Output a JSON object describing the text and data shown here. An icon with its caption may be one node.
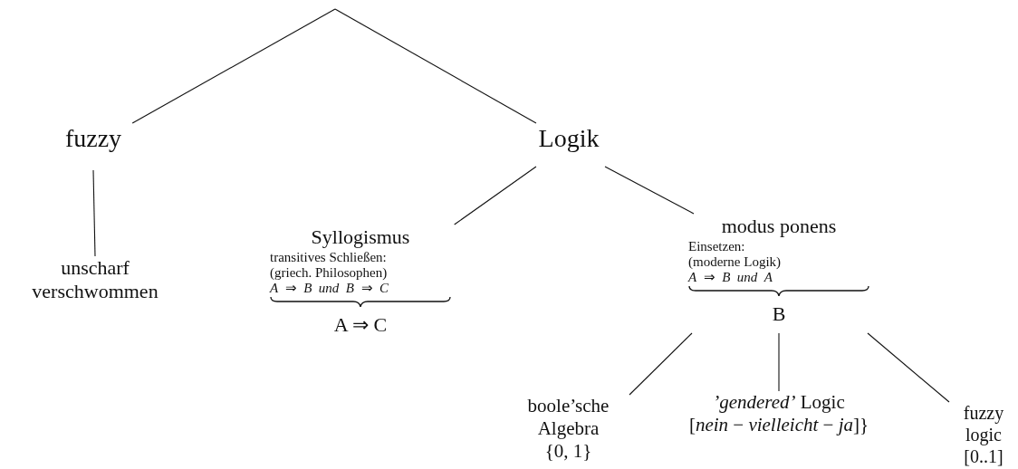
{
  "diagram": {
    "nodes": [
      {
        "text": [
          "fuzzy"
        ]
      },
      {
        "text": [
          "unscharf verschwommen"
        ]
      },
      {
        "text": [
          "Logik"
        ]
      },
      {
        "text": [
          "Syllogismus",
          "transitives Schließen: (griech. Philosophen)",
          "*A* ⇒ *B* *und* *B* ⇒ *C*",
          "A ⇒ C"
        ]
      },
      {
        "text": [
          "modus ponens",
          "Einsetzen: (moderne Logik)",
          "*A* ⇒ *B* *und* *A*",
          "B"
        ]
      },
      {
        "text": [
          "boole’sche Algebra",
          "{0, 1}"
        ]
      },
      {
        "text": [
          "*’gendered’* Logic",
          "[*nein* − *vielleicht* − *ja*]}"
        ]
      },
      {
        "text": [
          "fuzzy logic",
          "[0..1]"
        ]
      }
    ],
    "edges": [
      {
        "from": null,
        "to": 0,
        "arrow": "none"
      },
      {
        "from": null,
        "to": 2,
        "arrow": "none"
      },
      {
        "from": 0,
        "to": 1,
        "arrow": "none"
      },
      {
        "from": 2,
        "to": 3,
        "arrow": "none"
      },
      {
        "from": 2,
        "to": 4,
        "arrow": "none"
      },
      {
        "from": 4,
        "to": 5,
        "arrow": "none"
      },
      {
        "from": 4,
        "to": 6,
        "arrow": "none"
      },
      {
        "from": 4,
        "to": 7,
        "arrow": "none"
      }
    ]
  }
}
